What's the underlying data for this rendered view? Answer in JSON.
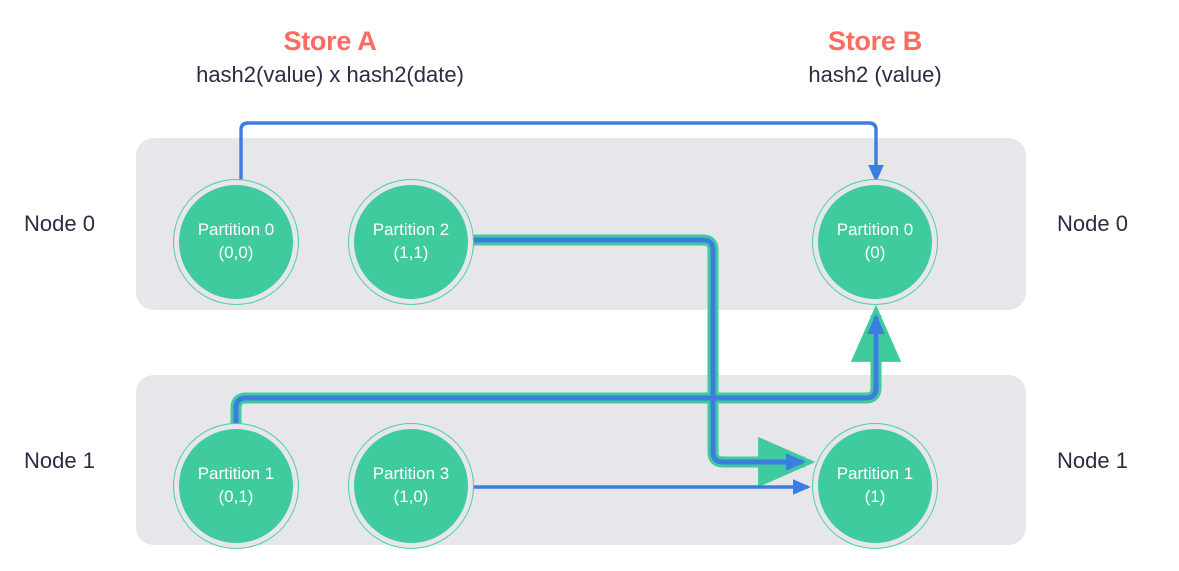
{
  "stores": {
    "a": {
      "title": "Store A",
      "subtitle": "hash2(value) x hash2(date)"
    },
    "b": {
      "title": "Store B",
      "subtitle": "hash2 (value)"
    }
  },
  "nodes": {
    "left": [
      {
        "label": "Node 0"
      },
      {
        "label": "Node 1"
      }
    ],
    "right": [
      {
        "label": "Node 0"
      },
      {
        "label": "Node 1"
      }
    ]
  },
  "partitions": {
    "store_a": [
      {
        "id": "a0",
        "name": "Partition 0",
        "key": "(0,0)",
        "node": "Node 0"
      },
      {
        "id": "a2",
        "name": "Partition 2",
        "key": "(1,1)",
        "node": "Node 0"
      },
      {
        "id": "a1",
        "name": "Partition 1",
        "key": "(0,1)",
        "node": "Node 1"
      },
      {
        "id": "a3",
        "name": "Partition 3",
        "key": "(1,0)",
        "node": "Node 1"
      }
    ],
    "store_b": [
      {
        "id": "b0",
        "name": "Partition 0",
        "key": "(0)",
        "node": "Node 0"
      },
      {
        "id": "b1",
        "name": "Partition 1",
        "key": "(1)",
        "node": "Node 1"
      }
    ]
  },
  "connections": [
    {
      "id": "a0-to-b0",
      "from": "Partition 0 (0,0)",
      "to": "Partition 0 (0)",
      "style": "thin-blue",
      "route": "up-over-down"
    },
    {
      "id": "a2-to-b1",
      "from": "Partition 2 (1,1)",
      "to": "Partition 1 (1)",
      "style": "thick-teal-blue",
      "route": "right-down-right"
    },
    {
      "id": "a1-to-b0",
      "from": "Partition 1 (0,1)",
      "to": "Partition 0 (0)",
      "style": "thick-teal-blue",
      "route": "up-right-up"
    },
    {
      "id": "a3-to-b1",
      "from": "Partition 3 (1,0)",
      "to": "Partition 1 (1)",
      "style": "thin-blue",
      "route": "straight-right"
    }
  ],
  "colors": {
    "accent_title": "#fc6a61",
    "text": "#2d2a42",
    "panel": "#e7e6eb",
    "partition_fill": "#3fcb9d",
    "partition_ring": "#4ccfa4",
    "arrow_blue": "#3b7de0",
    "arrow_teal": "#3fcb9d",
    "background": "#ffffff"
  }
}
